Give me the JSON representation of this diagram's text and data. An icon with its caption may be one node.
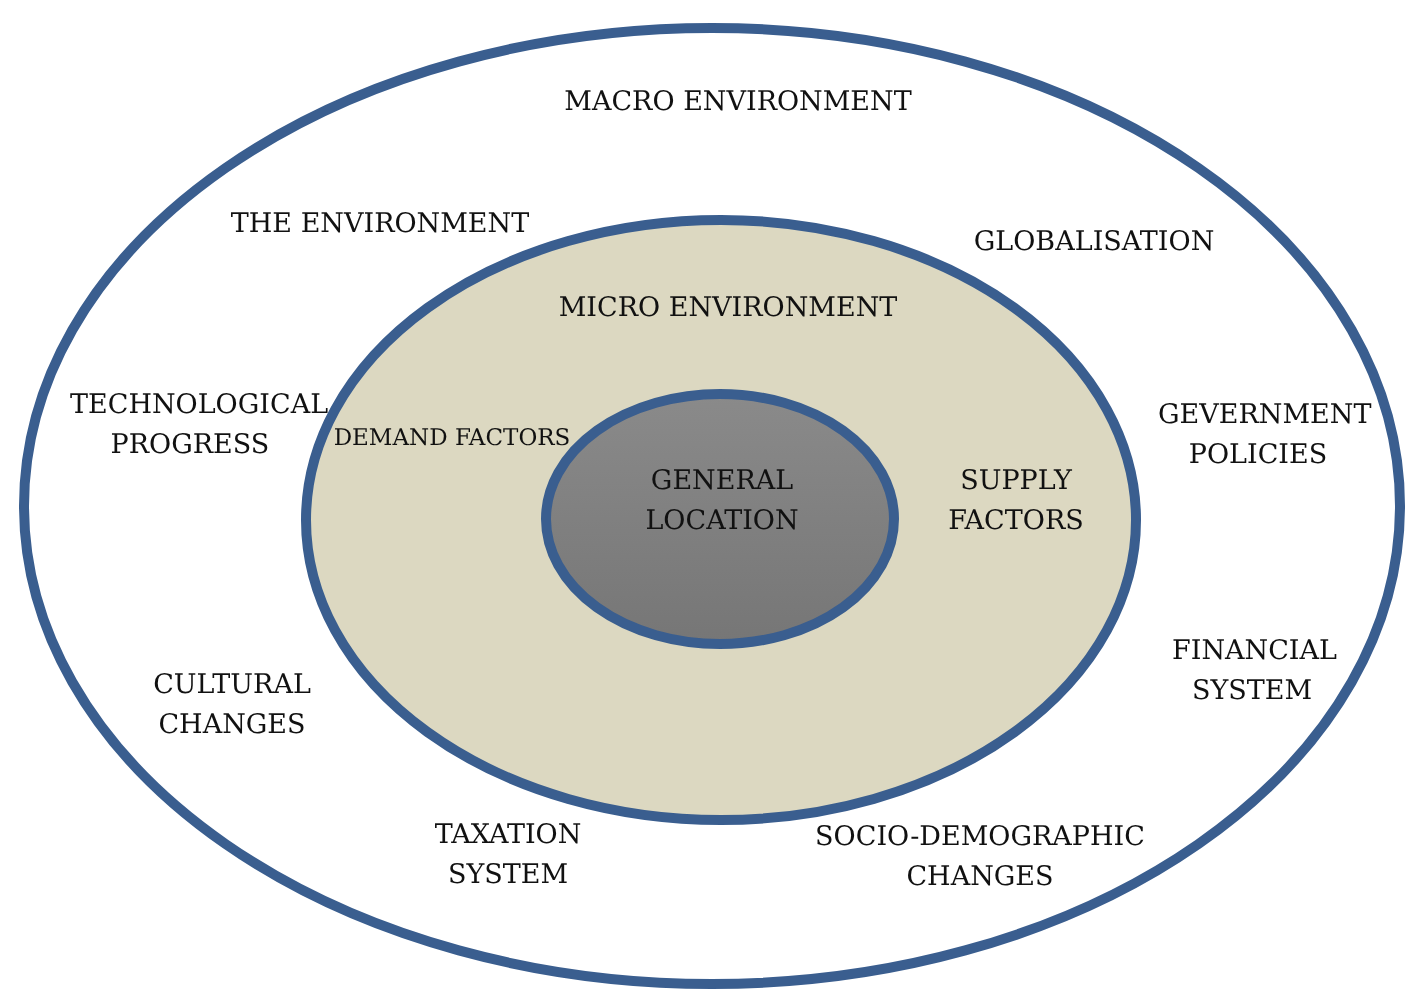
{
  "diagram": {
    "nodes": [
      {
        "text": [
          "MACRO ENVIRONMENT",
          "THE ENVIRONMENT",
          "GLOBALISATION",
          "TECHNOLOGICAL PROGRESS",
          "GEVERNMENT POLICIES",
          "CULTURAL CHANGES",
          "FINANCIAL SYSTEM",
          "TAXATION SYSTEM",
          "SOCIO-DEMOGRAPHIC CHANGES"
        ]
      },
      {
        "text": [
          "MICRO ENVIRONMENT",
          "DEMAND FACTORS",
          "SUPPLY FACTORS"
        ],
        "in": 0
      },
      {
        "text": [
          "GENERAL LOCATION"
        ],
        "in": 1
      }
    ]
  }
}
